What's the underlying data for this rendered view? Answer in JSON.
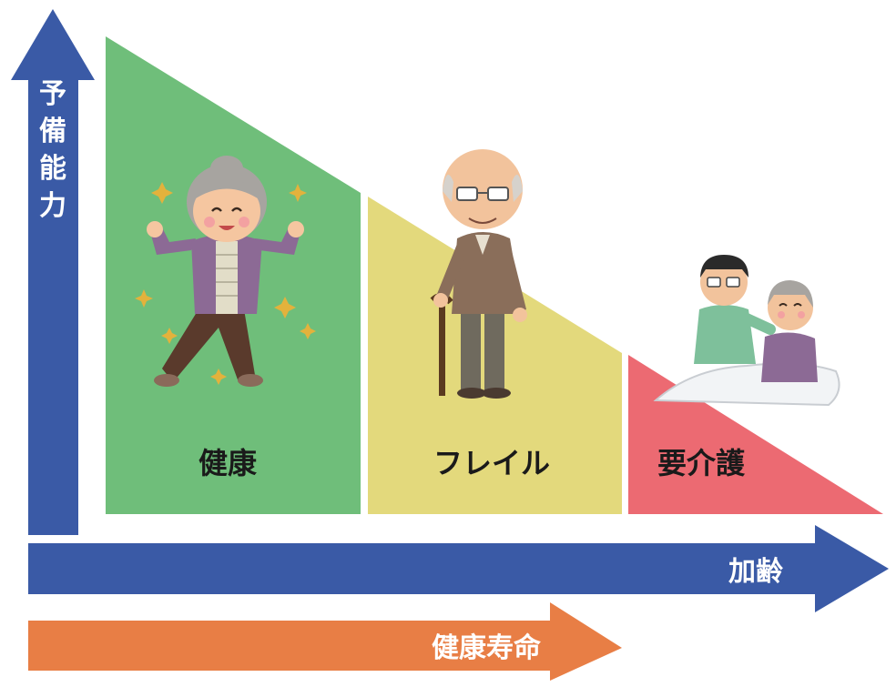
{
  "axes": {
    "vertical_label": [
      "予",
      "備",
      "能",
      "力"
    ],
    "horizontal_label": "加齢",
    "healthy_life_label": "健康寿命"
  },
  "stages": [
    {
      "label": "健康",
      "color": "#6fbe7a"
    },
    {
      "label": "フレイル",
      "color": "#e3d97c"
    },
    {
      "label": "要介護",
      "color": "#ec6a72"
    }
  ],
  "colors": {
    "axis_arrow": "#3a5aa6",
    "healthy_life_arrow": "#e87e45",
    "label_on_arrow": "#ffffff",
    "stage_label": "#1a1a1a"
  }
}
